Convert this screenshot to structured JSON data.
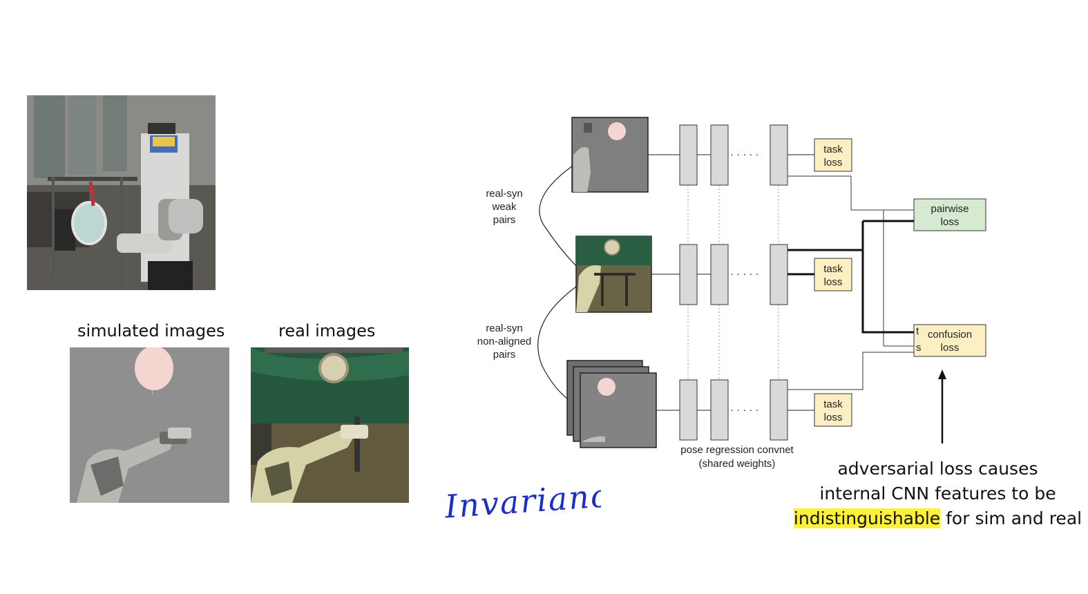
{
  "captions": {
    "simulated": "simulated images",
    "real": "real images"
  },
  "diagram": {
    "pair_labels": {
      "weak": [
        "real-syn",
        "weak",
        "pairs"
      ],
      "non_aligned": [
        "real-syn",
        "non-aligned",
        "pairs"
      ]
    },
    "task_loss": [
      "task",
      "loss"
    ],
    "pairwise_loss": [
      "pairwise",
      "loss"
    ],
    "confusion_loss": [
      "confusion",
      "loss"
    ],
    "confusion_inputs": [
      "t",
      "s"
    ],
    "convnet_caption": [
      "pose regression convnet",
      "(shared weights)"
    ],
    "ellipsis": "· · · · ·"
  },
  "annotation": {
    "line1": "adversarial loss causes",
    "line2": "internal CNN features to be",
    "highlight": "indistinguishable",
    "tail": " for sim and real"
  },
  "handwriting": "Invariance",
  "colors": {
    "task_loss_fill": "#fcefc4",
    "pairwise_loss_fill": "#d6ead2",
    "layer_fill": "#d9d9d9",
    "highlight": "#fff13a",
    "ink": "#1a2fc9"
  }
}
